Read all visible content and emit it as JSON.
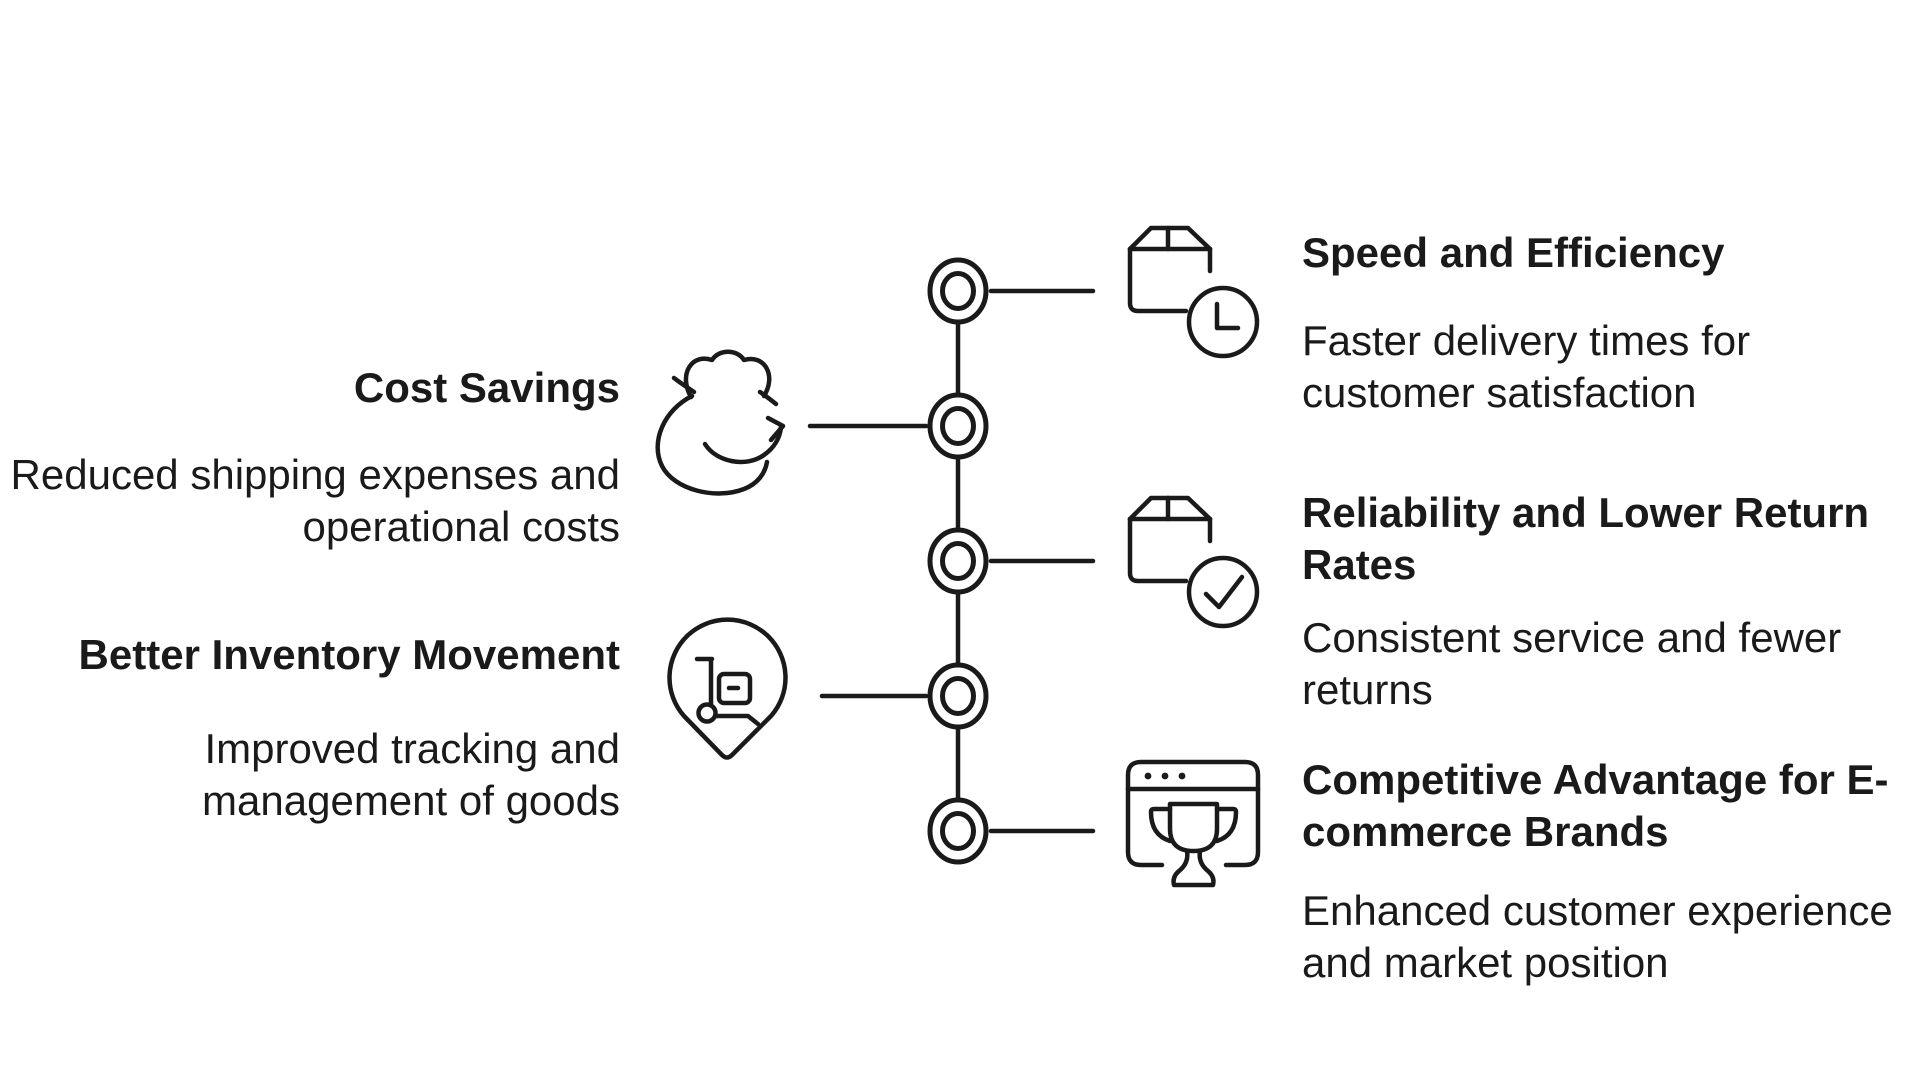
{
  "diagram": {
    "kind": "vertical-timeline-benefits",
    "background_color": "#ffffff",
    "stroke_color": "#1a1a1a",
    "text_color": "#1a1a1a",
    "timeline": {
      "node_count": 5,
      "orientation": "vertical"
    },
    "right_items": [
      {
        "title": "Speed and Efficiency",
        "description": "Faster delivery times for\ncustomer satisfaction",
        "icon": "package-clock-icon"
      },
      {
        "title": "Reliability and Lower Return\nRates",
        "description": "Consistent service and fewer\nreturns",
        "icon": "package-check-icon"
      },
      {
        "title": "Competitive Advantage for E-\ncommerce Brands",
        "description": "Enhanced customer experience\nand market position",
        "icon": "browser-trophy-icon"
      }
    ],
    "left_items": [
      {
        "title": "Cost Savings",
        "description": "Reduced shipping expenses and\noperational costs",
        "icon": "money-bag-arrow-icon"
      },
      {
        "title": "Better Inventory Movement",
        "description": "Improved tracking and\nmanagement of goods",
        "icon": "location-pin-handtruck-icon"
      }
    ]
  }
}
